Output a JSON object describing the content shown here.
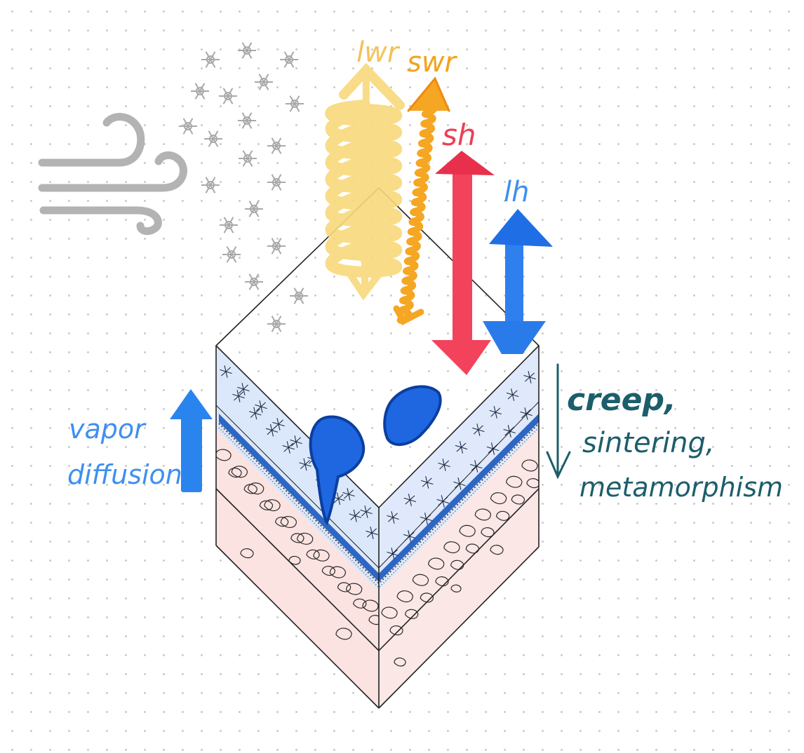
{
  "labels": {
    "lwr": "lwr",
    "swr": "swr",
    "sh": "sh",
    "lh": "lh",
    "vapor_line1": "vapor",
    "vapor_line2": "diffusion",
    "creep_line1": "creep,",
    "creep_line2": "sintering,",
    "creep_line3": "metamorphism"
  },
  "icons": [
    "wind-icon",
    "snowflake-icon"
  ],
  "colors": {
    "lwr": "#f9d97b",
    "swr": "#f5a623",
    "sh": "#ef3a55",
    "lh": "#1f74e8",
    "vapor_arrow": "#2a84ee",
    "creep_arrow": "#1c5e6b",
    "wind": "#b3b3b3",
    "snow_layer": "#dce8fb",
    "ice_drop": "#0b55d8",
    "soil_layer": "#fbe5e3",
    "outline": "#222222"
  }
}
